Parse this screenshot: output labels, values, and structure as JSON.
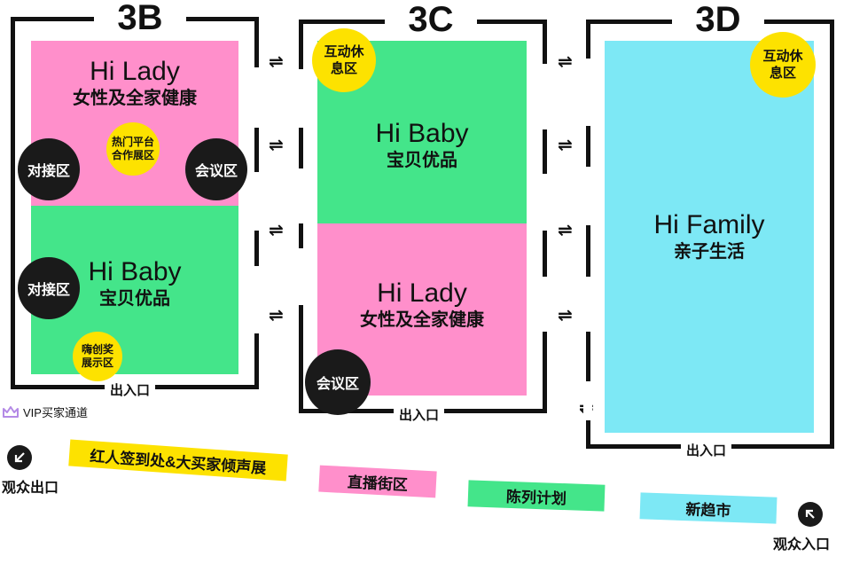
{
  "halls": {
    "h3b": {
      "label": "3B",
      "top_zone": {
        "en": "Hi Lady",
        "zh": "女性及全家健康"
      },
      "bottom_zone": {
        "en": "Hi Baby",
        "zh": "宝贝优品"
      },
      "circles": {
        "dock_top": "对接区",
        "meeting": "会议区",
        "platform": "热门平台合作展区",
        "dock_bottom": "对接区",
        "innovation": "嗨创奖展示区"
      },
      "exit_label": "出入口"
    },
    "h3c": {
      "label": "3C",
      "top_zone": {
        "en": "Hi Baby",
        "zh": "宝贝优品"
      },
      "bottom_zone": {
        "en": "Hi Lady",
        "zh": "女性及全家健康"
      },
      "circles": {
        "rest": "互动休息区",
        "meeting": "会议区"
      },
      "exit_label": "出入口"
    },
    "h3d": {
      "label": "3D",
      "zone": {
        "en": "Hi Family",
        "zh": "亲子生活"
      },
      "circles": {
        "rest": "互动休息区"
      },
      "exit_label": "出入口"
    }
  },
  "arrow_symbol": "⇌",
  "vip": {
    "label": "VIP买家通道",
    "icon": "crown-icon"
  },
  "audience_exit": {
    "label": "观众出口",
    "icon": "arrow-down-left-icon"
  },
  "audience_entry": {
    "label": "观众入口",
    "icon": "arrow-up-left-icon"
  },
  "legend": {
    "signin": "红人签到处&大买家倾声展",
    "livestream": "直播街区",
    "exhibit_plan": "陈列计划",
    "new_market": "新趋市"
  },
  "colors": {
    "pink": "#ff8fcb",
    "green": "#44e58a",
    "cyan": "#7de8f5",
    "yellow": "#fde200",
    "black": "#1a1a1a",
    "vip_purple": "#b48ae6"
  }
}
